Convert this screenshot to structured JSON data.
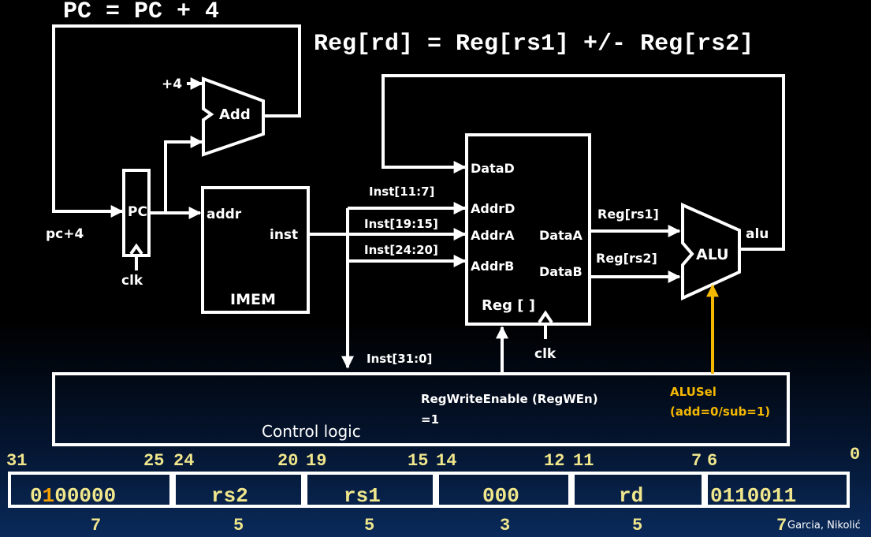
{
  "equations": {
    "pc_update": "PC = PC + 4",
    "reg_update": "Reg[rd] = Reg[rs1] +/- Reg[rs2]"
  },
  "adder": {
    "label": "Add",
    "const_input": "+4"
  },
  "pc": {
    "label": "PC",
    "input_label": "pc+4",
    "clock": "clk"
  },
  "imem": {
    "name": "IMEM",
    "addr_port": "addr",
    "inst_port": "inst"
  },
  "regfile": {
    "name": "Reg [ ]",
    "ports": {
      "datad": "DataD",
      "addrd": "AddrD",
      "addra": "AddrA",
      "addrb": "AddrB",
      "dataa": "DataA",
      "datab": "DataB"
    },
    "clock": "clk"
  },
  "inst_fields": {
    "rd": "Inst[11:7]",
    "rs1": "Inst[19:15]",
    "rs2": "Inst[24:20]",
    "all": "Inst[31:0]"
  },
  "alu": {
    "label": "ALU",
    "in_a": "Reg[rs1]",
    "in_b": "Reg[rs2]",
    "output": "alu"
  },
  "control": {
    "label": "Control logic",
    "regwen_line1": "RegWriteEnable (RegWEn)",
    "regwen_line2": "=1",
    "alusel_line1": "ALUSel",
    "alusel_line2": "(add=0/sub=1)",
    "accent_color": "#f5b800"
  },
  "encoding": {
    "bit_labels": [
      "31",
      "25",
      "24",
      "20",
      "19",
      "15",
      "14",
      "12",
      "11",
      "7",
      "6",
      "0"
    ],
    "funct7_prefix": "0",
    "funct7_highlight": "1",
    "funct7_suffix": "00000",
    "fields": [
      "rs2",
      "rs1",
      "000",
      "rd",
      "0110011"
    ],
    "widths": [
      "7",
      "5",
      "5",
      "3",
      "5",
      "7"
    ],
    "text_color": "#f0e68c"
  },
  "credit": "Garcia, Nikolić"
}
